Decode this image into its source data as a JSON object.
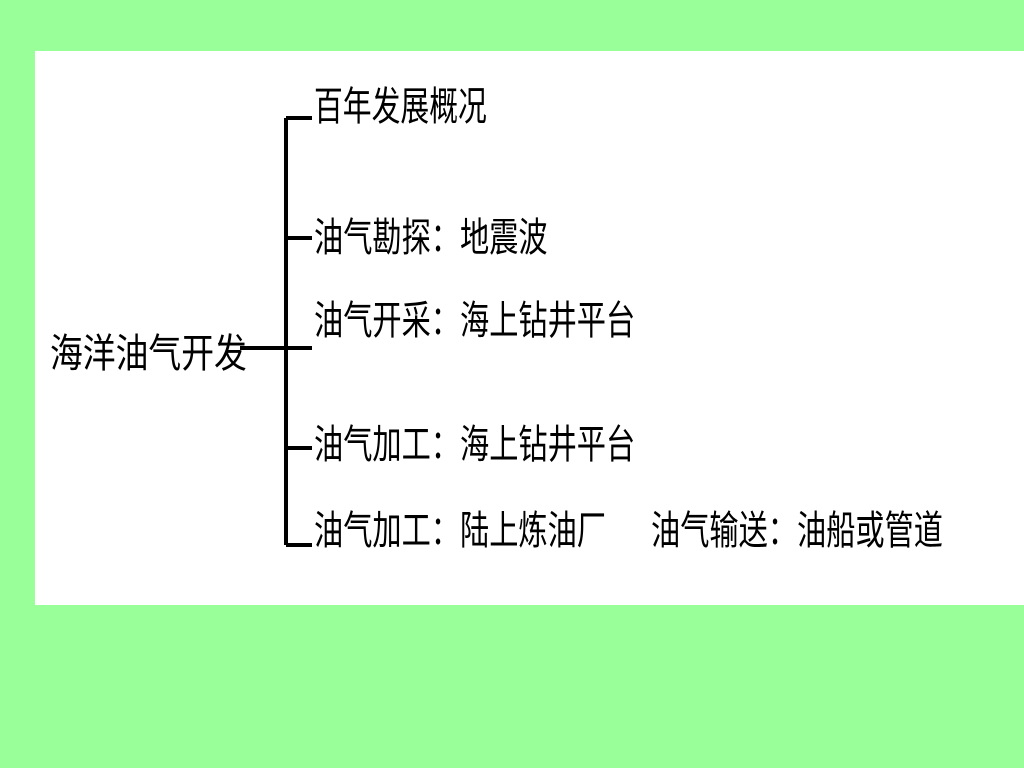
{
  "diagram": {
    "root": {
      "label": "海洋油气开发"
    },
    "branches": [
      {
        "label": "百年发展概况"
      },
      {
        "label": "油气勘探：地震波"
      },
      {
        "label": "油气开采：海上钻井平台"
      },
      {
        "label": "油气加工：海上钻井平台"
      },
      {
        "label": "油气加工：陆上炼油厂"
      },
      {
        "label": "油气输送：油船或管道"
      }
    ]
  },
  "colors": {
    "background": "#99ff99",
    "panel": "#ffffff",
    "line": "#000000",
    "text": "#000000"
  }
}
